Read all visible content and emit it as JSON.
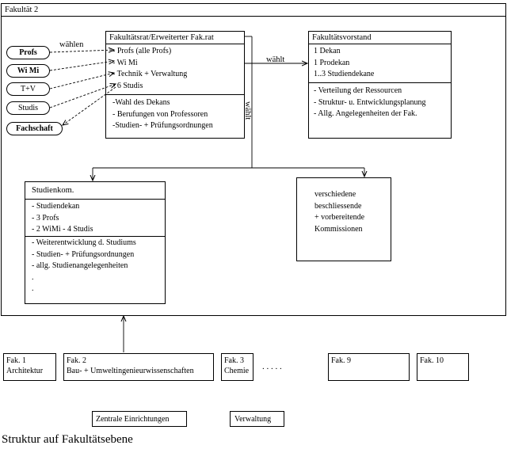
{
  "frame": {
    "title": "Fakultät 2"
  },
  "groups": [
    "Profs",
    "Wi Mi",
    "T+V",
    "Studis",
    "Fachschaft"
  ],
  "edge_labels": {
    "waehlen": "wählen",
    "waehlt_h": "wählt",
    "waehlt_v": "wählt"
  },
  "fakultaetsrat": {
    "title": "Fakultätsrat/Erweiterter Fak.rat",
    "members": [
      "- Profs (alle Profs)",
      "- Wi Mi",
      "- Technik + Verwaltung",
      "- 6 Studis"
    ],
    "tasks": [
      "-Wahl des Dekans",
      "- Berufungen von Professoren",
      "-Studien- + Prüfungsordnungen"
    ]
  },
  "vorstand": {
    "title": "Fakultätsvorstand",
    "members": [
      "1 Dekan",
      "1 Prodekan",
      "1..3 Studiendekane"
    ],
    "tasks": [
      "- Verteilung der Ressourcen",
      "- Struktur- u. Entwicklungsplanung",
      "- Allg. Angelegenheiten der Fak."
    ]
  },
  "studienkom": {
    "title": "Studienkom.",
    "members": [
      "- Studiendekan",
      "- 3 Profs",
      "- 2 WiMi - 4 Studis"
    ],
    "tasks": [
      "- Weiterentwicklung d. Studiums",
      "- Studien- + Prüfungsordnungen",
      "- allg. Studienangelegenheiten",
      ".",
      "."
    ]
  },
  "kommissionen": {
    "lines": [
      "verschiedene",
      "beschliessende",
      "+ vorbereitende",
      "Kommissionen"
    ]
  },
  "faculties": [
    {
      "name": "Fak. 1",
      "sub": "Architektur"
    },
    {
      "name": "Fak. 2",
      "sub": "Bau- + Umweltingenieurwissenschaften"
    },
    {
      "name": "Fak. 3",
      "sub": "Chemie"
    },
    {
      "name": "Fak. 9",
      "sub": ""
    },
    {
      "name": "Fak. 10",
      "sub": ""
    }
  ],
  "ellipsis": ". . . . .",
  "bottom": {
    "zentrale": "Zentrale Einrichtungen",
    "verwaltung": "Verwaltung"
  },
  "caption": "Struktur auf Fakultätsebene"
}
